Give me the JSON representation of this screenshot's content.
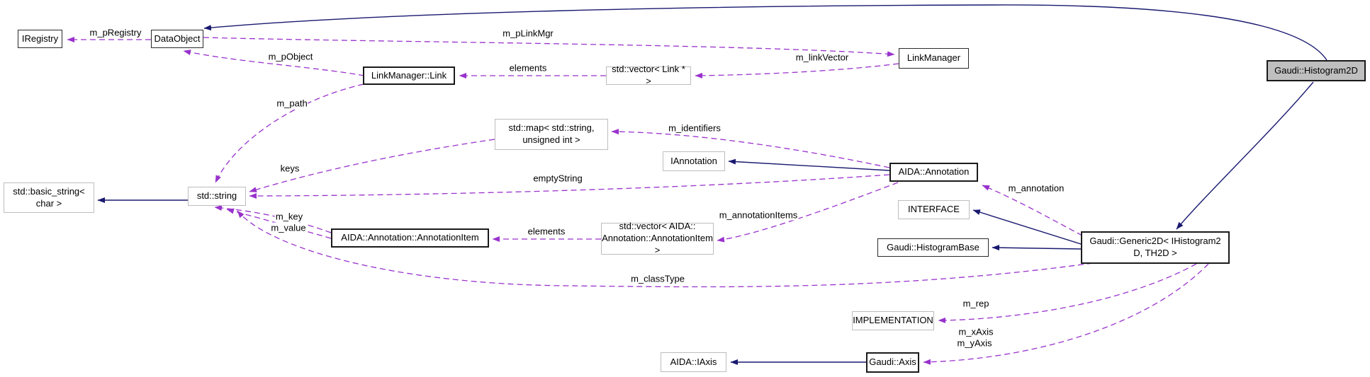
{
  "colors": {
    "inheritance_edge": "#191970",
    "usage_edge": "#9932cc",
    "selected_node_fill": "#bfbfbf",
    "node_background": "#ffffff",
    "linked_border": "#1a1a1a",
    "plain_border": "#bdbdbd"
  },
  "nodes": {
    "iregistry": {
      "label": "IRegistry"
    },
    "dataobject": {
      "label": "DataObject"
    },
    "linkmanager_link": {
      "label": "LinkManager::Link"
    },
    "vector_link": {
      "label": "std::vector< Link * >"
    },
    "linkmanager": {
      "label": "LinkManager"
    },
    "stdmap": {
      "label": "std::map< std::string,\nunsigned int >"
    },
    "iannotation": {
      "label": "IAnnotation"
    },
    "aida_annotation": {
      "label": "AIDA::Annotation"
    },
    "interface": {
      "label": "INTERFACE"
    },
    "histogrambase": {
      "label": "Gaudi::HistogramBase"
    },
    "generic2d": {
      "label": "Gaudi::Generic2D< IHistogram2\nD, TH2D >"
    },
    "histogram2d": {
      "label": "Gaudi::Histogram2D"
    },
    "basic_string": {
      "label": "std::basic_string<\nchar >"
    },
    "stdstring": {
      "label": "std::string"
    },
    "annotationitem": {
      "label": "AIDA::Annotation::AnnotationItem"
    },
    "vector_annotationitem": {
      "label": "std::vector< AIDA::\nAnnotation::AnnotationItem >"
    },
    "implementation": {
      "label": "IMPLEMENTATION"
    },
    "gaudi_axis": {
      "label": "Gaudi::Axis"
    },
    "aida_iaxis": {
      "label": "AIDA::IAxis"
    }
  },
  "edge_labels": {
    "m_pRegistry": "m_pRegistry",
    "m_pObject": "m_pObject",
    "m_pLinkMgr": "m_pLinkMgr",
    "m_linkVector": "m_linkVector",
    "elements_links": "elements",
    "m_path": "m_path",
    "keys": "keys",
    "m_identifiers": "m_identifiers",
    "emptyString": "emptyString",
    "m_annotation": "m_annotation",
    "m_annotationItems": "m_annotationItems",
    "m_key": "m_key",
    "m_value": "m_value",
    "elements_items": "elements",
    "m_classType": "m_classType",
    "m_rep": "m_rep",
    "m_xAxis": "m_xAxis",
    "m_yAxis": "m_yAxis"
  }
}
